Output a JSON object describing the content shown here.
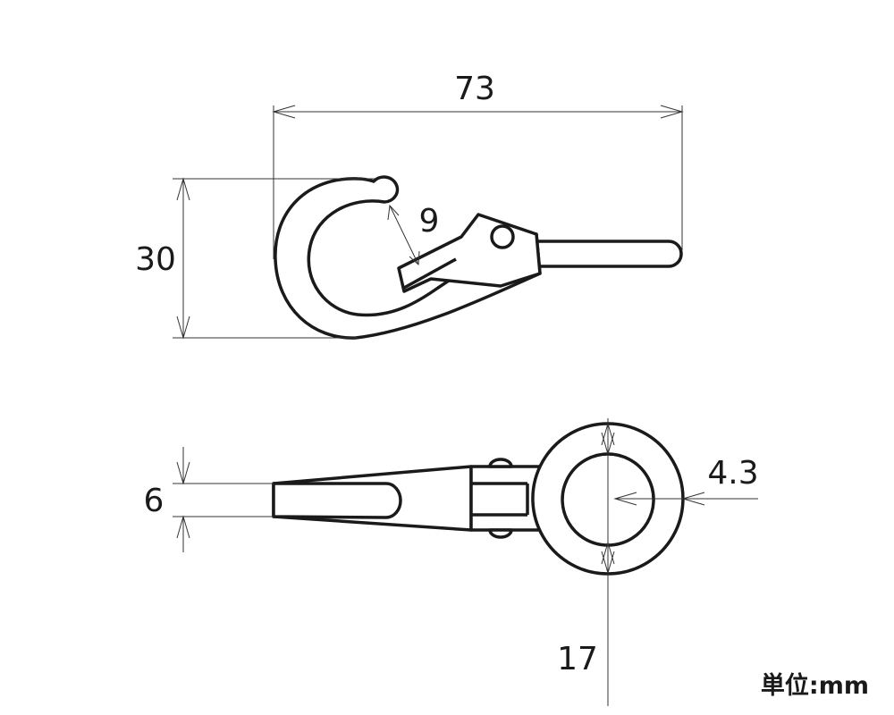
{
  "diagram": {
    "dimensions": {
      "overall_length": "73",
      "height": "30",
      "gate_opening": "9",
      "thickness": "6",
      "eye_inner_diameter": "4.3",
      "eye_outer_diameter": "17"
    },
    "unit_label": "単位:mm"
  }
}
